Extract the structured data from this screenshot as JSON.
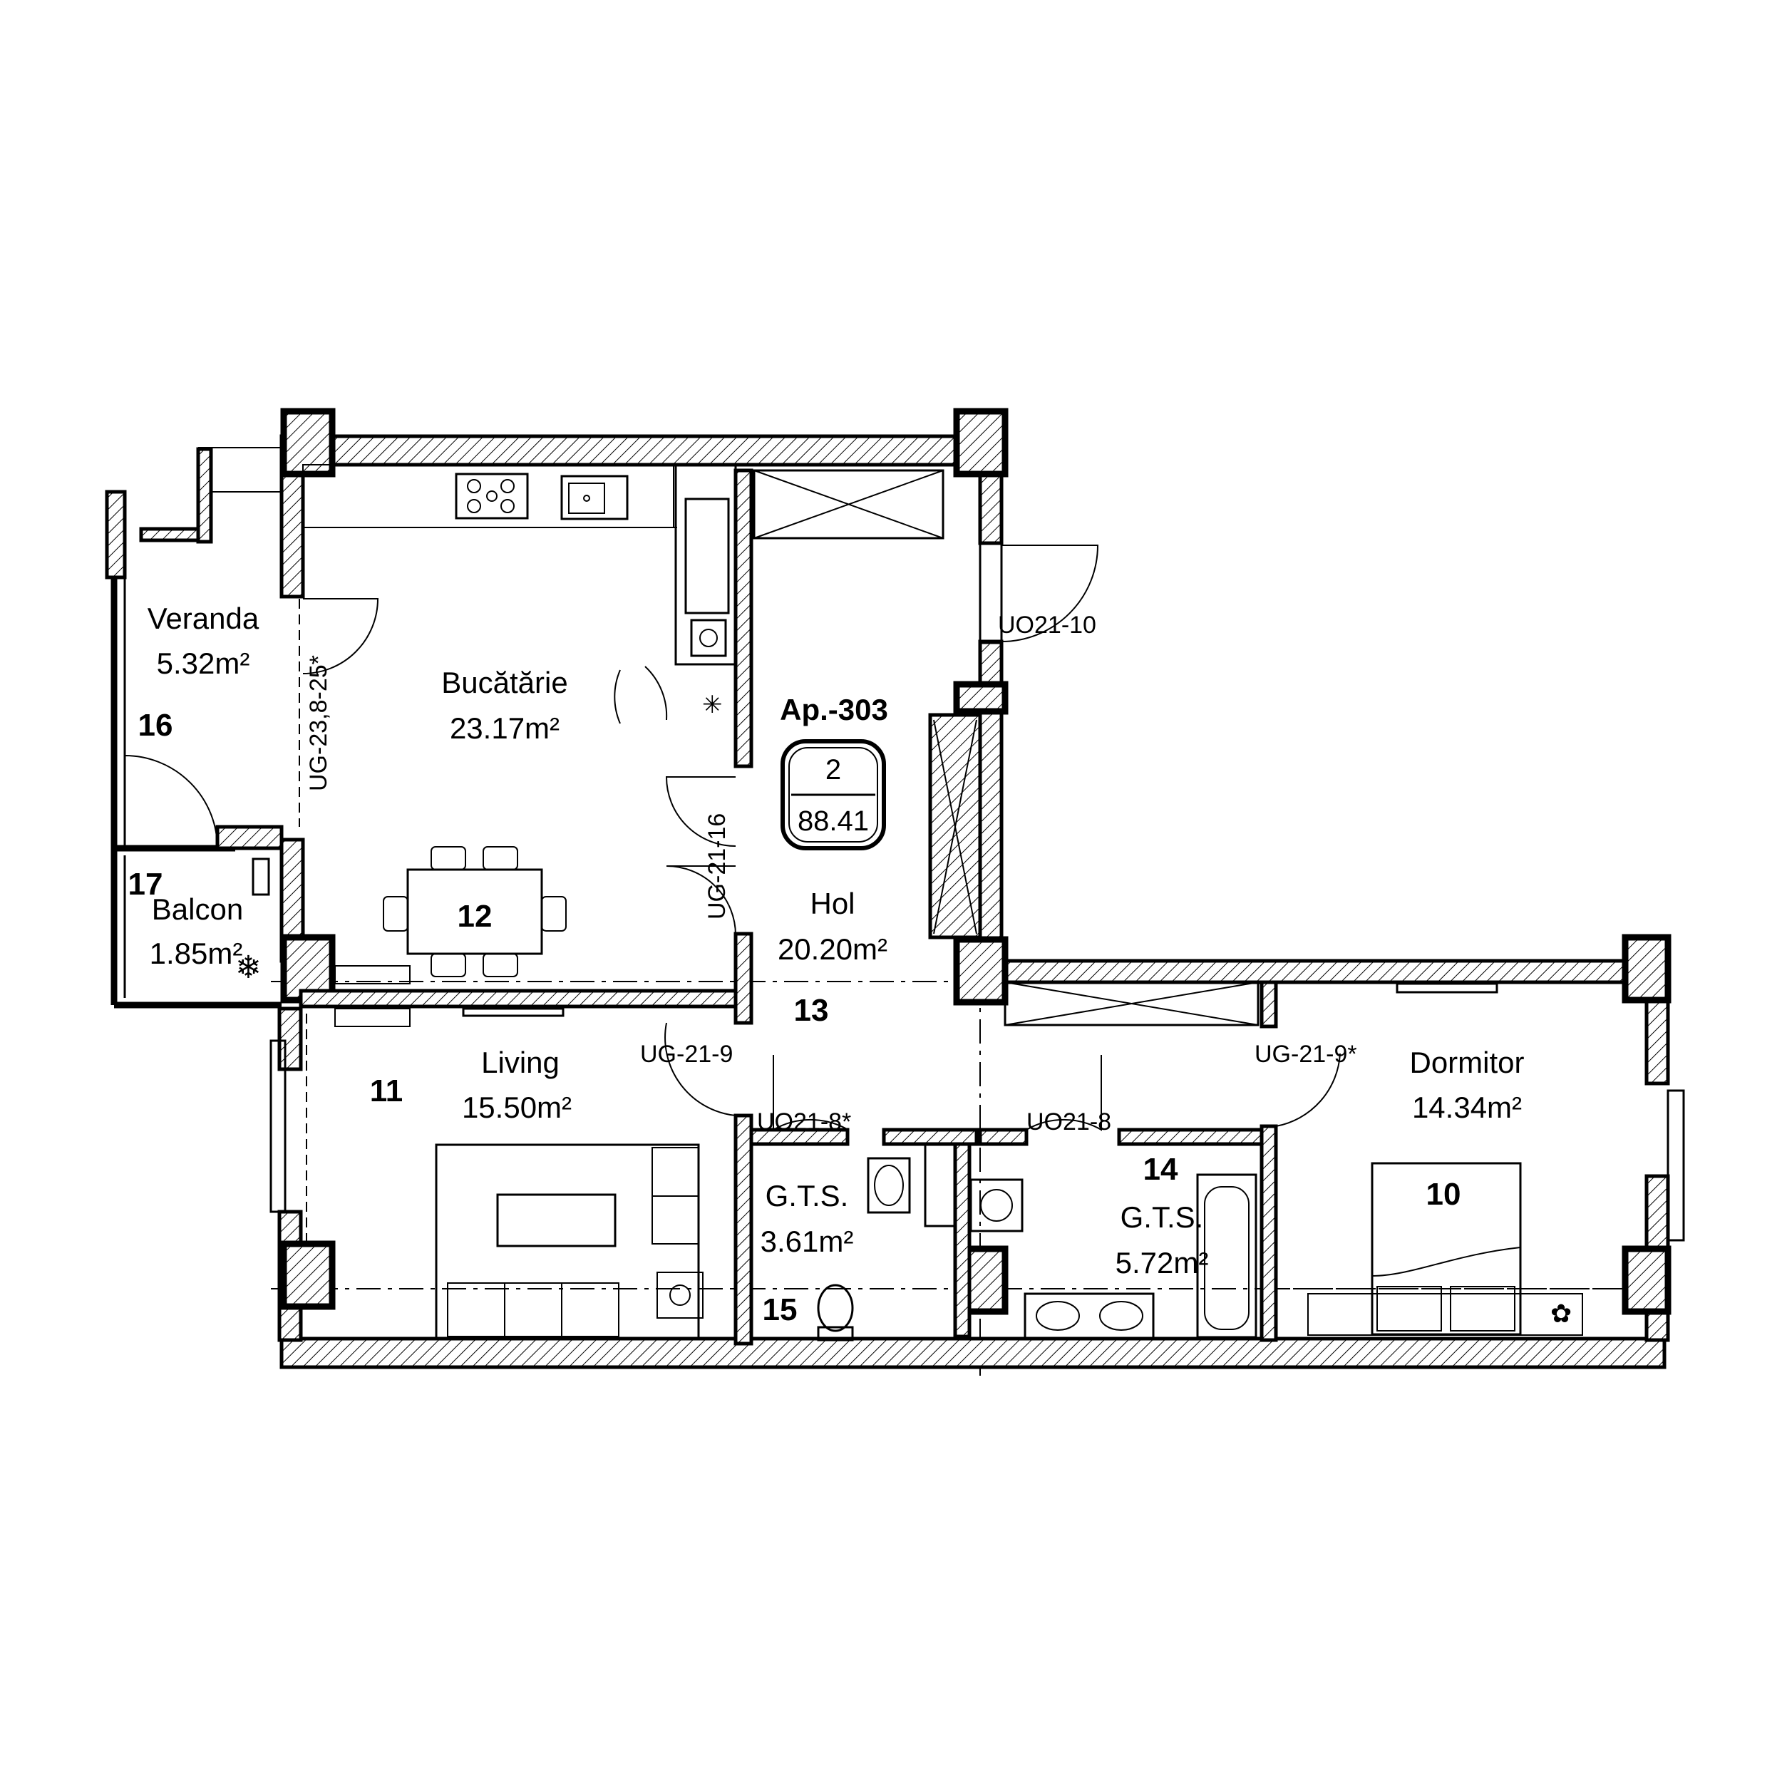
{
  "apartment": {
    "code": "Ap.-303",
    "rooms": "2",
    "total_area": "88.41"
  },
  "rooms": [
    {
      "id": "veranda",
      "name": "Veranda",
      "area": "5.32m²",
      "number": "16"
    },
    {
      "id": "balcon",
      "name": "Balcon",
      "area": "1.85m²",
      "number": "17"
    },
    {
      "id": "bucatarie",
      "name": "Bucătărie",
      "area": "23.17m²",
      "number": "12"
    },
    {
      "id": "hol",
      "name": "Hol",
      "area": "20.20m²",
      "number": "13"
    },
    {
      "id": "living",
      "name": "Living",
      "area": "15.50m²",
      "number": "11"
    },
    {
      "id": "gts-small",
      "name": "G.T.S.",
      "area": "3.61m²",
      "number": "15"
    },
    {
      "id": "gts-large",
      "name": "G.T.S.",
      "area": "5.72m²",
      "number": "14"
    },
    {
      "id": "dormitor",
      "name": "Dormitor",
      "area": "14.34m²",
      "number": "10"
    }
  ],
  "door_codes": [
    "UO21-10",
    "UG-23,8-25*",
    "UG-21-16",
    "UG-21-9",
    "UO21-8*",
    "UO21-8",
    "UG-21-9*"
  ],
  "icons": [
    "snowflake-icon",
    "stove-icon",
    "sink-icon",
    "toilet-icon",
    "bathtub-icon",
    "bed-icon",
    "sofa-icon",
    "dining-table-icon",
    "washing-machine-icon"
  ],
  "colors": {
    "line": "#000000",
    "background": "#ffffff"
  }
}
